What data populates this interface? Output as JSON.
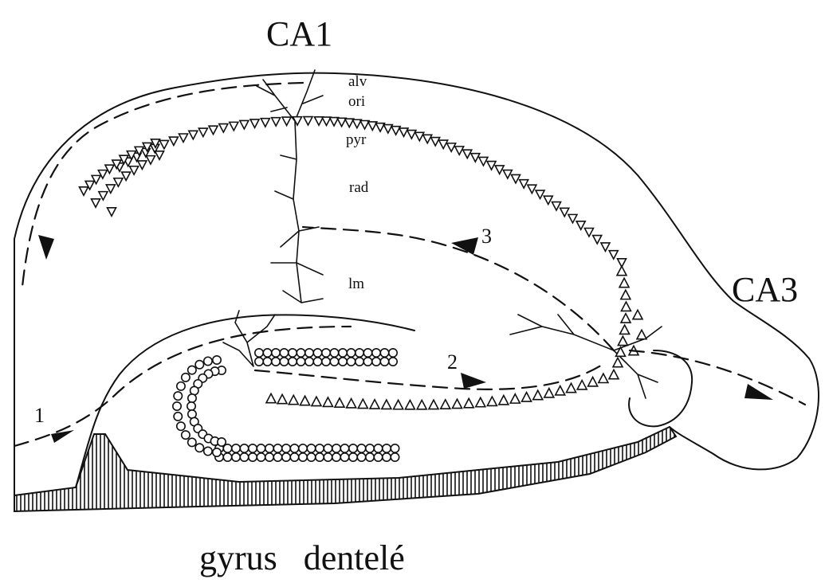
{
  "labels": {
    "ca1": "CA1",
    "ca3": "CA3",
    "dentate_gyrus": "gyrus   dentelé"
  },
  "layers": {
    "alv": "alv",
    "ori": "ori",
    "pyr": "pyr",
    "rad": "rad",
    "lm": "lm"
  },
  "pathways": {
    "p1": "1",
    "p2": "2",
    "p3": "3"
  }
}
